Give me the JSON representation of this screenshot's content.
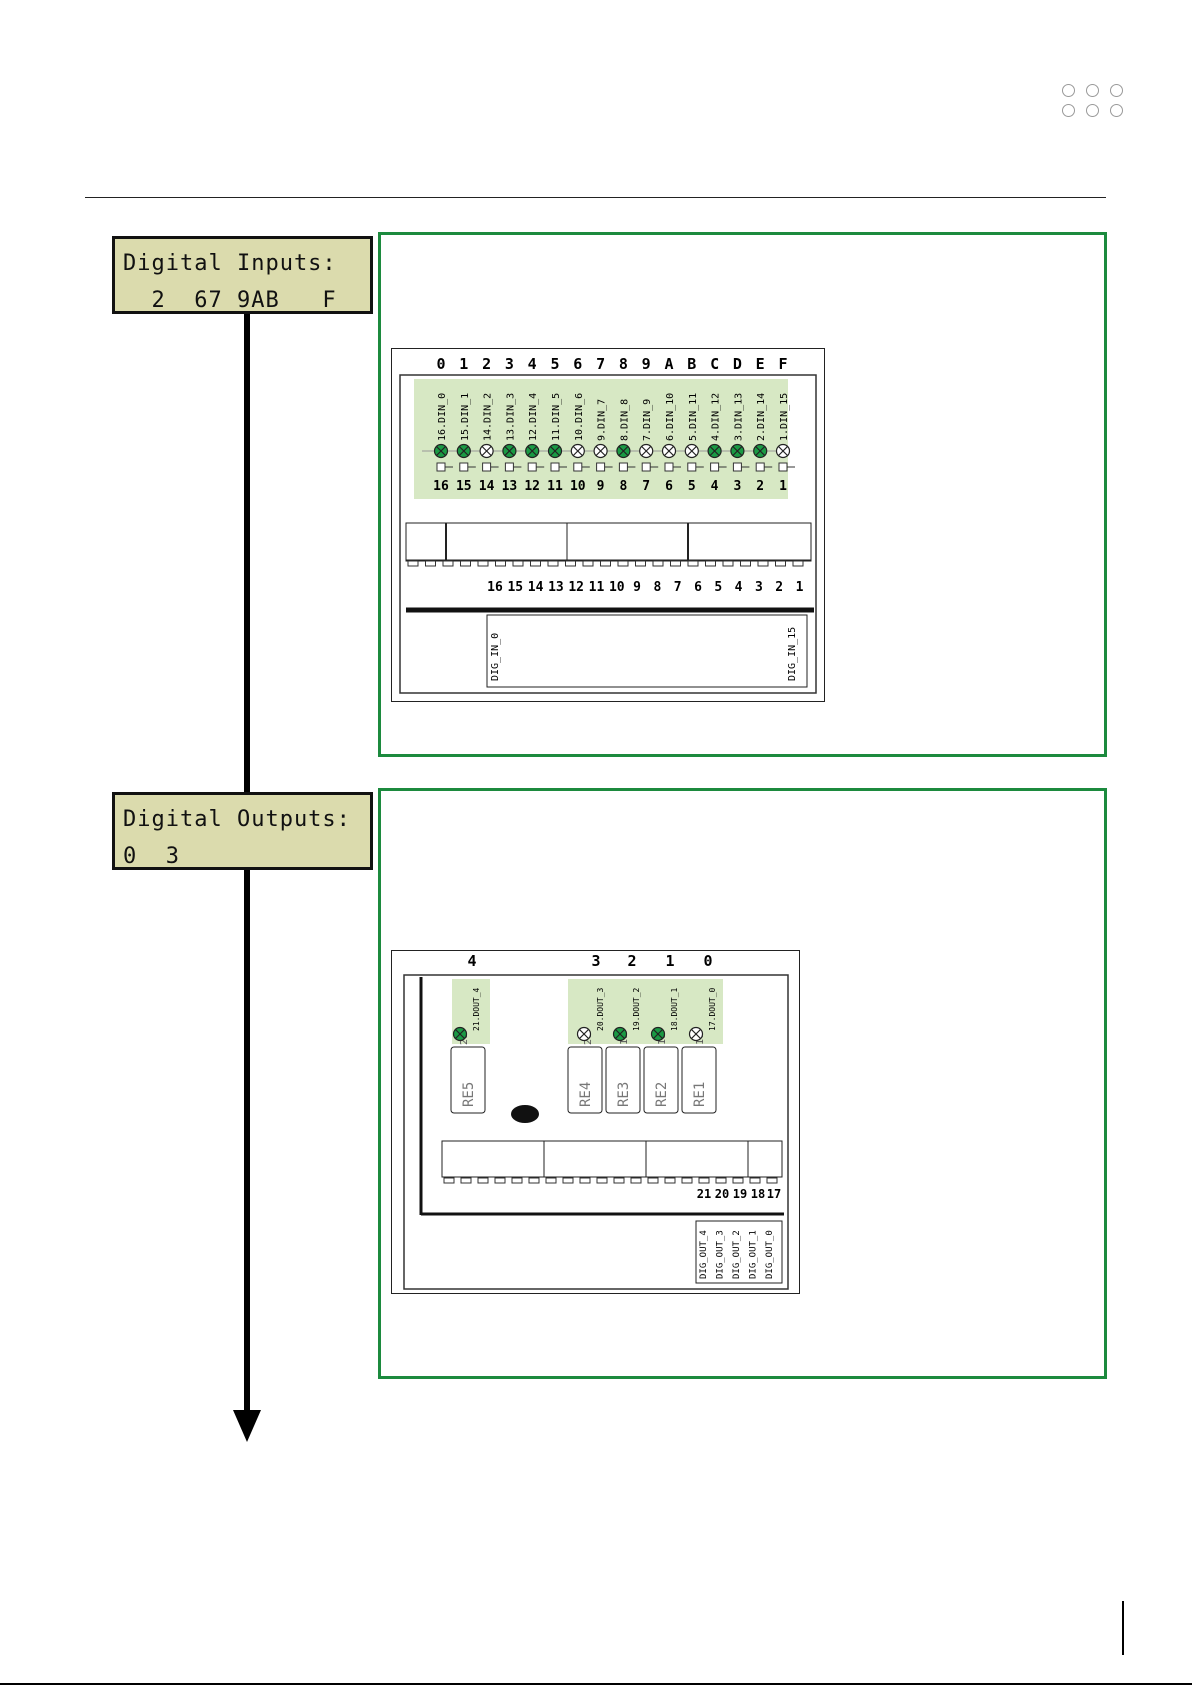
{
  "inputs": {
    "lcd_line1": "Digital Inputs:",
    "lcd_line2": "__2__67_9AB___F",
    "hex_labels": [
      "0",
      "1",
      "2",
      "3",
      "4",
      "5",
      "6",
      "7",
      "8",
      "9",
      "A",
      "B",
      "C",
      "D",
      "E",
      "F"
    ],
    "channels": [
      {
        "name": "16.DIN_0",
        "num": "16",
        "on": true
      },
      {
        "name": "15.DIN_1",
        "num": "15",
        "on": true
      },
      {
        "name": "14.DIN_2",
        "num": "14",
        "on": false
      },
      {
        "name": "13.DIN_3",
        "num": "13",
        "on": true
      },
      {
        "name": "12.DIN_4",
        "num": "12",
        "on": true
      },
      {
        "name": "11.DIN_5",
        "num": "11",
        "on": true
      },
      {
        "name": "10.DIN_6",
        "num": "10",
        "on": false
      },
      {
        "name": "9.DIN_7",
        "num": "9",
        "on": false
      },
      {
        "name": "8.DIN_8",
        "num": "8",
        "on": true
      },
      {
        "name": "7.DIN_9",
        "num": "7",
        "on": false
      },
      {
        "name": "6.DIN_10",
        "num": "6",
        "on": false
      },
      {
        "name": "5.DIN_11",
        "num": "5",
        "on": false
      },
      {
        "name": "4.DIN_12",
        "num": "4",
        "on": true
      },
      {
        "name": "3.DIN_13",
        "num": "3",
        "on": true
      },
      {
        "name": "2.DIN_14",
        "num": "2",
        "on": true
      },
      {
        "name": "1.DIN_15",
        "num": "1",
        "on": false
      }
    ],
    "terminal_numbers": [
      "16",
      "15",
      "14",
      "13",
      "12",
      "11",
      "10",
      "9",
      "8",
      "7",
      "6",
      "5",
      "4",
      "3",
      "2",
      "1"
    ],
    "legend_left": "DIG_IN_0",
    "legend_right": "DIG_IN_15"
  },
  "outputs": {
    "lcd_line1": "Digital Outputs:",
    "lcd_line2": "0__3_",
    "bit_labels": [
      {
        "label": "4"
      },
      {
        "label": "3"
      },
      {
        "label": "2"
      },
      {
        "label": "1"
      },
      {
        "label": "0"
      }
    ],
    "channels": [
      {
        "name": "21.DOUT_4",
        "num": "21",
        "on": true
      },
      {
        "name": "20.DOUT_3",
        "num": "20",
        "on": false
      },
      {
        "name": "19.DOUT_2",
        "num": "19",
        "on": true
      },
      {
        "name": "18.DOUT_1",
        "num": "18",
        "on": true
      },
      {
        "name": "17.DOUT_0",
        "num": "17",
        "on": false
      }
    ],
    "relays": [
      "RE5",
      "RE4",
      "RE3",
      "RE2",
      "RE1"
    ],
    "terminal_numbers": [
      "21",
      "20",
      "19",
      "18",
      "17"
    ],
    "legend": [
      "DIG_OUT_4",
      "DIG_OUT_3",
      "DIG_OUT_2",
      "DIG_OUT_1",
      "DIG_OUT_0"
    ]
  },
  "colors": {
    "led_on": "#1a9a44",
    "led_bg": "#d7e8c4",
    "frame_green": "#1c8a3e",
    "lcd_bg": "#dbdbad"
  }
}
